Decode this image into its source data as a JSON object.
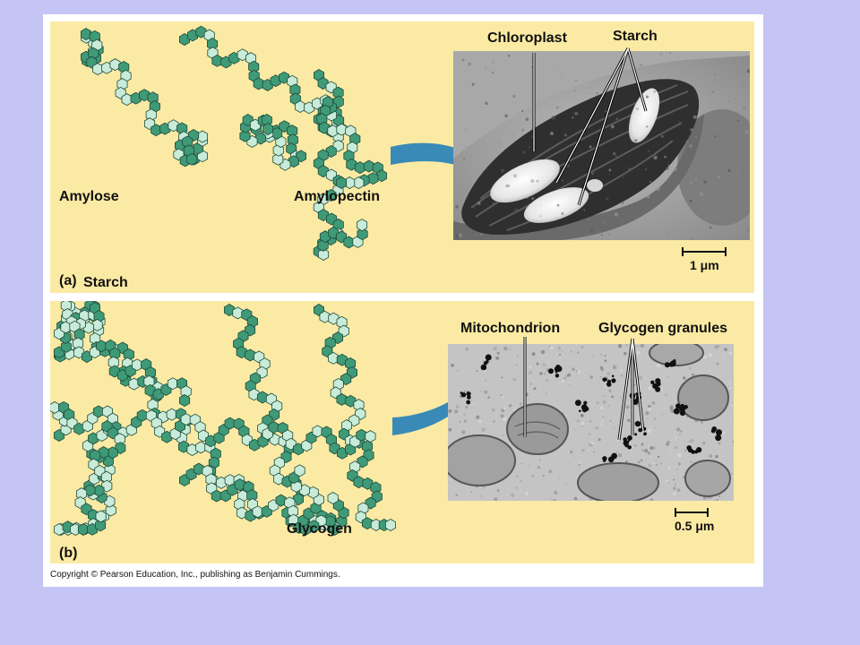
{
  "panel_a": {
    "tag": "(a)",
    "title": "Starch",
    "labels": {
      "amylose": "Amylose",
      "amylopectin": "Amylopectin",
      "chloroplast": "Chloroplast",
      "starch": "Starch",
      "scale": "1 μm"
    }
  },
  "panel_b": {
    "tag": "(b)",
    "labels": {
      "glycogen": "Glycogen",
      "mitochondrion": "Mitochondrion",
      "granules": "Glycogen granules",
      "scale": "0.5 μm"
    }
  },
  "copyright": "Copyright © Pearson Education, Inc., publishing as Benjamin Cummings.",
  "colors": {
    "background": "#c5c5f5",
    "panel": "#fbeaa4",
    "glucose_dark": "#3f9a78",
    "glucose_light": "#c8ecd9",
    "arrow": "#3a8ab8"
  }
}
